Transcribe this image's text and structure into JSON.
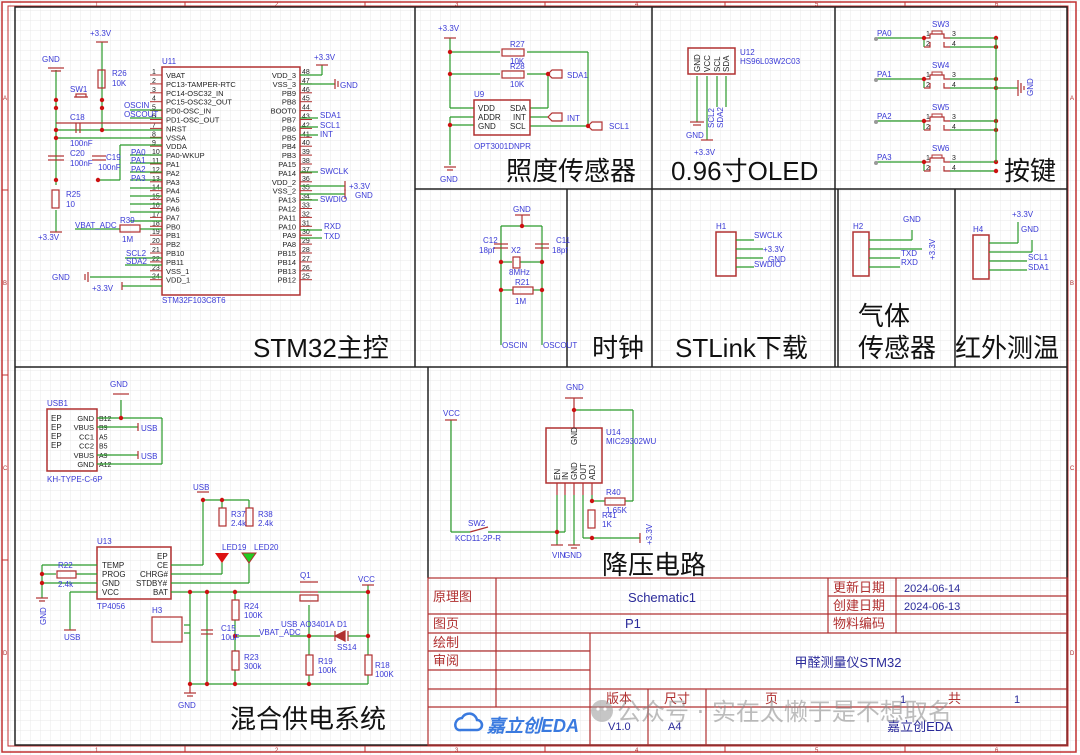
{
  "frame": {
    "col_markers": [
      "1",
      "2",
      "3",
      "4",
      "5",
      "6"
    ],
    "row_markers": [
      "A",
      "B",
      "C",
      "D"
    ]
  },
  "blocks": {
    "stm32": "STM32主控",
    "light": "照度传感器",
    "oled": "0.96寸OLED",
    "keys": "按键",
    "clock": "时钟",
    "stlink": "STLink下载",
    "gas_l1": "气体",
    "gas_l2": "传感器",
    "ir": "红外测温",
    "power": "混合供电系统",
    "buck": "降压电路"
  },
  "stm32": {
    "ref": "U11",
    "part": "STM32F103C8T6",
    "left_pins": [
      {
        "n": "1",
        "name": "VBAT"
      },
      {
        "n": "2",
        "name": "PC13-TAMPER-RTC"
      },
      {
        "n": "3",
        "name": "PC14-OSC32_IN"
      },
      {
        "n": "4",
        "name": "PC15-OSC32_OUT"
      },
      {
        "n": "5",
        "name": "PD0-OSC_IN"
      },
      {
        "n": "6",
        "name": "PD1-OSC_OUT"
      },
      {
        "n": "7",
        "name": "NRST"
      },
      {
        "n": "8",
        "name": "VSSA"
      },
      {
        "n": "9",
        "name": "VDDA"
      },
      {
        "n": "10",
        "name": "PA0-WKUP"
      },
      {
        "n": "11",
        "name": "PA1"
      },
      {
        "n": "12",
        "name": "PA2"
      },
      {
        "n": "13",
        "name": "PA3"
      },
      {
        "n": "14",
        "name": "PA4"
      },
      {
        "n": "15",
        "name": "PA5"
      },
      {
        "n": "16",
        "name": "PA6"
      },
      {
        "n": "17",
        "name": "PA7"
      },
      {
        "n": "18",
        "name": "PB0"
      },
      {
        "n": "19",
        "name": "PB1"
      },
      {
        "n": "20",
        "name": "PB2"
      },
      {
        "n": "21",
        "name": "PB10"
      },
      {
        "n": "22",
        "name": "PB11"
      },
      {
        "n": "23",
        "name": "VSS_1"
      },
      {
        "n": "24",
        "name": "VDD_1"
      }
    ],
    "right_pins": [
      {
        "n": "48",
        "name": "VDD_3"
      },
      {
        "n": "47",
        "name": "VSS_3"
      },
      {
        "n": "46",
        "name": "PB9"
      },
      {
        "n": "45",
        "name": "PB8"
      },
      {
        "n": "44",
        "name": "BOOT0"
      },
      {
        "n": "43",
        "name": "PB7"
      },
      {
        "n": "42",
        "name": "PB6"
      },
      {
        "n": "41",
        "name": "PB5"
      },
      {
        "n": "40",
        "name": "PB4"
      },
      {
        "n": "39",
        "name": "PB3"
      },
      {
        "n": "38",
        "name": "PA15"
      },
      {
        "n": "37",
        "name": "PA14"
      },
      {
        "n": "36",
        "name": "VDD_2"
      },
      {
        "n": "35",
        "name": "VSS_2"
      },
      {
        "n": "34",
        "name": "PA13"
      },
      {
        "n": "33",
        "name": "PA12"
      },
      {
        "n": "32",
        "name": "PA11"
      },
      {
        "n": "31",
        "name": "PA10"
      },
      {
        "n": "30",
        "name": "PA9"
      },
      {
        "n": "29",
        "name": "PA8"
      },
      {
        "n": "28",
        "name": "PB15"
      },
      {
        "n": "27",
        "name": "PB14"
      },
      {
        "n": "26",
        "name": "PB13"
      },
      {
        "n": "25",
        "name": "PB12"
      }
    ],
    "net_labels": {
      "gnd": "GND",
      "v33": "+3.3V",
      "oscin": "OSCIN",
      "oscout": "OSCOUT",
      "pa0": "PA0",
      "pa1": "PA1",
      "pa2": "PA2",
      "pa3": "PA3",
      "vbat_adc": "VBAT_ADC",
      "scl2": "SCL2",
      "sda2": "SDA2",
      "sda1": "SDA1",
      "scl1": "SCL1",
      "int": "INT",
      "swclk": "SWCLK",
      "swdio": "SWDIO",
      "rxd": "RXD",
      "txd": "TXD"
    },
    "parts": {
      "r26": "R26",
      "r26v": "10K",
      "sw1": "SW1",
      "c18": "C18",
      "c18v": "100nF",
      "c20": "C20",
      "c20v": "100nF",
      "c19": "C19",
      "c19v": "100nF",
      "r25": "R25",
      "r25v": "10",
      "r39": "R39",
      "r39v": "1M"
    }
  },
  "light": {
    "ref": "U9",
    "part": "OPT3001DNPR",
    "r27": "R27",
    "r27v": "10K",
    "r28": "R28",
    "r28v": "10K",
    "pins_l": [
      "VDD",
      "ADDR",
      "GND"
    ],
    "pins_r": [
      "SDA",
      "INT",
      "SCL"
    ],
    "v33": "+3.3V",
    "gnd": "GND",
    "sda1": "SDA1",
    "int": "INT",
    "scl1": "SCL1"
  },
  "oled": {
    "ref": "U12",
    "part": "HS96L03W2C03",
    "pins": [
      "GND",
      "VCC",
      "SCL",
      "SDA"
    ],
    "scl2": "SCL2",
    "sda2": "SDA2",
    "gnd": "GND",
    "v33": "+3.3V"
  },
  "keys": {
    "switches": [
      {
        "ref": "SW3",
        "net": "PA0"
      },
      {
        "ref": "SW4",
        "net": "PA1"
      },
      {
        "ref": "SW5",
        "net": "PA2"
      },
      {
        "ref": "SW6",
        "net": "PA3"
      }
    ],
    "gnd": "GND"
  },
  "clock": {
    "gnd": "GND",
    "c12": "C12",
    "c12v": "18pf",
    "c11": "C11",
    "c11v": "18pf",
    "x2": "X2",
    "x2v": "8MHz",
    "r21": "R21",
    "r21v": "1M",
    "oscin": "OSCIN",
    "oscout": "OSCOUT"
  },
  "stlink": {
    "ref": "H1",
    "swclk": "SWCLK",
    "v33": "+3.3V",
    "gnd": "GND",
    "swdio": "SWDIO"
  },
  "gas": {
    "ref": "H2",
    "gnd": "GND",
    "v33": "+3.3V",
    "txd": "TXD",
    "rxd": "RXD"
  },
  "ir": {
    "ref": "H4",
    "v33": "+3.3V",
    "gnd": "GND",
    "scl1": "SCL1",
    "sda1": "SDA1"
  },
  "usb": {
    "ref": "USB1",
    "part": "KH-TYPE-C-6P",
    "gnd": "GND",
    "usb": "USB",
    "pins_l": [
      "EP",
      "EP",
      "EP",
      "EP"
    ],
    "pins_r": [
      "GND",
      "VBUS",
      "CC1",
      "CC2",
      "VBUS",
      "GND"
    ],
    "pin_nums_r": [
      "B12",
      "B9",
      "A5",
      "B5",
      "A9",
      "A12"
    ]
  },
  "charger": {
    "ref": "U13",
    "part": "TP4056",
    "pins_l": [
      "TEMP",
      "PROG",
      "GND",
      "VCC"
    ],
    "pins_r": [
      "EP",
      "CE",
      "CHRG#",
      "STDBY#",
      "BAT"
    ],
    "r22": "R22",
    "r22v": "2.4k",
    "r37": "R37",
    "r37v": "2.4k",
    "r38": "R38",
    "r38v": "2.4k",
    "led19": "LED19",
    "led20": "LED20",
    "usb": "USB",
    "gnd": "GND",
    "h3": "H3",
    "c15": "C15",
    "c15v": "10uF",
    "r24": "R24",
    "r24v": "100K",
    "r23": "R23",
    "r23v": "300k",
    "vbat_adc": "VBAT_ADC",
    "q1": "Q1",
    "q1v": "AO3401A",
    "d1": "D1",
    "d1v": "SS14",
    "r19": "R19",
    "r19v": "100K",
    "r18": "R18",
    "r18v": "100K",
    "vcc": "VCC"
  },
  "buck": {
    "ref": "U14",
    "part": "MIC29302WU",
    "gnd": "GND",
    "vcc": "VCC",
    "vin": "VIN",
    "pins": [
      "EN",
      "IN",
      "GND",
      "OUT",
      "ADJ"
    ],
    "r40": "R40",
    "r40v": "1.65K",
    "r41": "R41",
    "r41v": "1K",
    "sw2": "SW2",
    "sw2v": "KCD11-2P-R",
    "v33": "+3.3V"
  },
  "title_block": {
    "type_label": "原理图",
    "schematic_name": "Schematic1",
    "updated_label": "更新日期",
    "updated_date": "2024-06-14",
    "created_label": "创建日期",
    "created_date": "2024-06-13",
    "page_label": "图页",
    "page_value": "P1",
    "bom_label": "物料编码",
    "bom_value": "",
    "drawn_label": "绘制",
    "review_label": "审阅",
    "project": "甲醛测量仪STM32",
    "version_label": "版本",
    "version": "V1.0",
    "size_label": "尺寸",
    "size": "A4",
    "page_num_label": "页",
    "page_num": "1",
    "total_label": "共",
    "total": "1",
    "company": "嘉立创EDA",
    "logo_text": "嘉立创EDA"
  },
  "watermark": "公众号 · 实在太懒于是不想取名"
}
